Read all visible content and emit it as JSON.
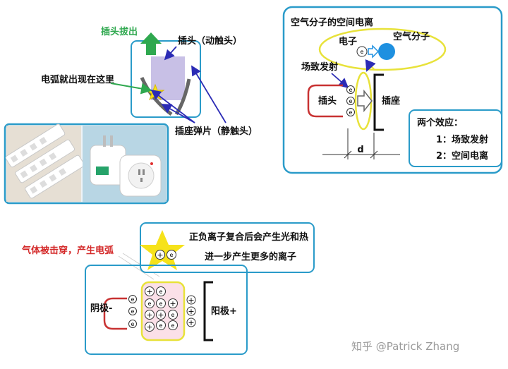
{
  "panel1": {
    "pull_out_label": "插头拔出",
    "plug_label": "插头（动触头）",
    "arc_label": "电弧就出现在这里",
    "spring_label": "插座弹片（静触头）"
  },
  "panel2": {
    "title": "空气分子的空间电离",
    "electron_label": "电子",
    "molecule_label": "空气分子",
    "field_emission_label": "场致发射",
    "plug_label": "插头",
    "socket_label": "插座",
    "gap_label": "d",
    "effects_title": "两个效应：",
    "effect_1": "1：场致发射",
    "effect_2": "2：空间电离"
  },
  "panel3": {
    "breakdown_label": "气体被击穿，产生电弧",
    "recombine_line1": "正负离子复合后会产生光和热",
    "recombine_line2": "进一步产生更多的离子",
    "cathode_label": "阴极-",
    "anode_label": "阳极+"
  },
  "symbols": {
    "electron": "e",
    "positive_ion": "+"
  },
  "watermark": "知乎 @Patrick Zhang",
  "colors": {
    "box_border": "#2a9bc9",
    "arrow_blue": "#2b2bb5",
    "arrow_green": "#2fa84f",
    "plug_purple": "#c8c0e6",
    "star_yellow": "#f6e21a",
    "ellipse_yellow": "#e8e23a",
    "molecule_blue": "#1e90e0",
    "plug_red": "#c83232",
    "plasma_pink": "#fbe0e8",
    "label_red": "#d42a2a"
  }
}
